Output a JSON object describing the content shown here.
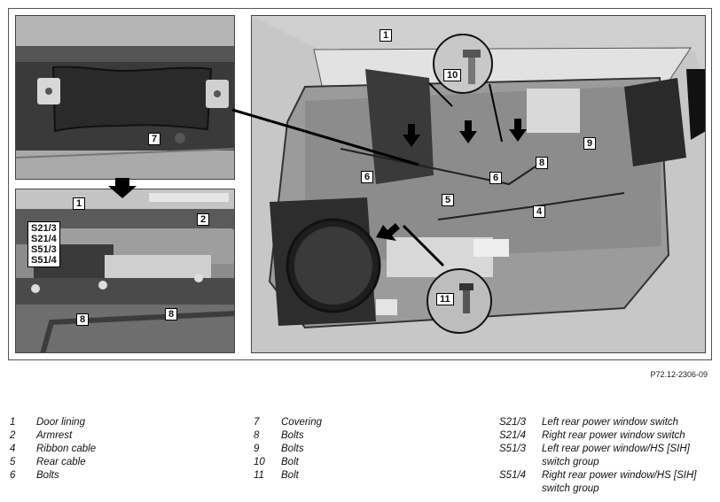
{
  "figure_ref": "P72.12-2306-09",
  "callouts": {
    "top_left_7": "7",
    "bottom_left_1": "1",
    "bottom_left_2": "2",
    "bottom_left_switches": [
      "S21/3",
      "S21/4",
      "S51/3",
      "S51/4"
    ],
    "bottom_left_8a": "8",
    "bottom_left_8b": "8",
    "main_1": "1",
    "main_10": "10",
    "main_9": "9",
    "main_8": "8",
    "main_6a": "6",
    "main_6b": "6",
    "main_5": "5",
    "main_4": "4",
    "main_11": "11"
  },
  "legend": {
    "col1": [
      {
        "code": "1",
        "desc": "Door lining"
      },
      {
        "code": "2",
        "desc": "Armrest"
      },
      {
        "code": "4",
        "desc": "Ribbon cable"
      },
      {
        "code": "5",
        "desc": "Rear cable"
      },
      {
        "code": "6",
        "desc": "Bolts"
      }
    ],
    "col2": [
      {
        "code": "7",
        "desc": "Covering"
      },
      {
        "code": "8",
        "desc": "Bolts"
      },
      {
        "code": "9",
        "desc": "Bolts"
      },
      {
        "code": "10",
        "desc": "Bolt"
      },
      {
        "code": "11",
        "desc": "Bolt"
      }
    ],
    "col3": [
      {
        "code": "S21/3",
        "desc": "Left rear power window switch"
      },
      {
        "code": "S21/4",
        "desc": "Right rear power window switch"
      },
      {
        "code": "S51/3",
        "desc": "Left rear power window/HS [SIH] switch group"
      },
      {
        "code": "S51/4",
        "desc": "Right rear power window/HS [SIH] switch group"
      }
    ]
  }
}
